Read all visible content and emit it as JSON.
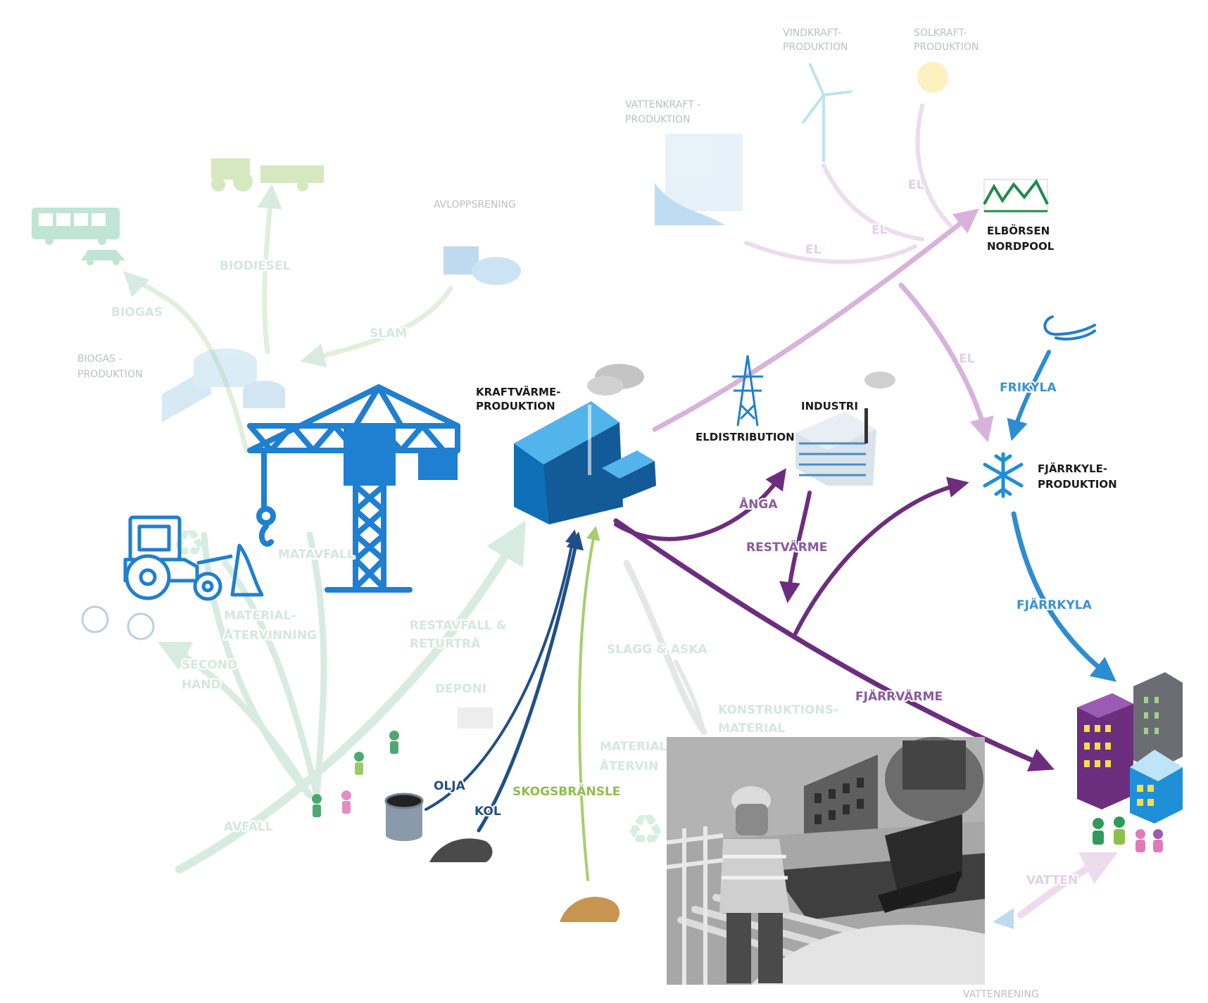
{
  "nodes": {
    "kraftvarme": [
      "KRAFTVÄRME-",
      "PRODUKTION"
    ],
    "industri": "INDUSTRI",
    "eldistribution": "ELDISTRIBUTION",
    "elborsen": [
      "ELBÖRSEN",
      "NORDPOOL"
    ],
    "fjarrkyle": [
      "FJÄRRKYLE-",
      "PRODUKTION"
    ],
    "vindkraft": [
      "VINDKRAFT-",
      "PRODUKTION"
    ],
    "solkraft": [
      "SOLKRAFT-",
      "PRODUKTION"
    ],
    "vattenkraft": [
      "VATTENKRAFT -",
      "PRODUKTION"
    ],
    "avloppsrening": "AVLOPPSRENING",
    "biogas_prod": [
      "BIOGAS -",
      "PRODUKTION"
    ],
    "vattenrening": "VATTENRENING"
  },
  "flows": {
    "anga": "ÅNGA",
    "restvarme": "RESTVÄRME",
    "fjarrvarme": "FJÄRRVÄRME",
    "frikyla": "FRIKYLA",
    "fjarrkyla": "FJÄRRKYLA",
    "el_1": "EL",
    "el_2": "EL",
    "el_3": "EL",
    "el_4": "EL",
    "olja": "OLJA",
    "kol": "KOL",
    "skogsbransle": "SKOGSBRÄNSLE",
    "biogas": "BIOGAS",
    "biodiesel": "BIODIESEL",
    "slam": "SLAM",
    "matavfall": "MATAVFALL",
    "materialatervinning": [
      "MATERIAL-",
      "ÅTERVINNING"
    ],
    "restavfall": [
      "RESTAVFALL &",
      "RETURTRÄ"
    ],
    "second_hand": [
      "SECOND",
      "HAND"
    ],
    "avfall": "AVFALL",
    "slagg": "SLAGG & ASKA",
    "konstruktion": [
      "KONSTRUKTIONS-",
      "MATERIAL"
    ],
    "material_2": [
      "MATERIAL",
      "ÅTERVIN"
    ],
    "deponi": "DEPONI",
    "vatten": "VATTEN"
  },
  "colors": {
    "purple": "#6d2d7e",
    "blue": "#2e8cd0",
    "navy": "#1f4f86",
    "green": "#8cc04a",
    "pink": "#c9a1cf",
    "faded_green": "#d7ebe3",
    "icon_blue": "#1f7fd0"
  },
  "icons": [
    "crane-icon",
    "loader-tractor-icon",
    "power-plant-icon",
    "pylon-icon",
    "factory-icon",
    "snowflake-icon",
    "wind-swirl-icon",
    "market-chart-icon",
    "wind-turbine-icon",
    "sun-icon",
    "hydro-dam-icon",
    "apartment-buildings-icon",
    "oil-barrel-icon",
    "coal-pile-icon",
    "woodchip-pile-icon",
    "worker-photo"
  ]
}
